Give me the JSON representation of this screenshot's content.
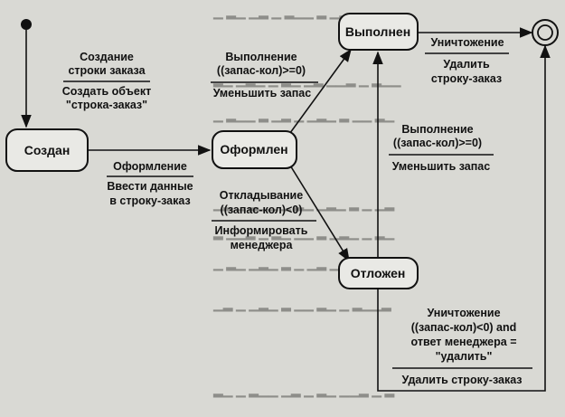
{
  "states": {
    "created": "Создан",
    "issued": "Оформлен",
    "done": "Выполнен",
    "deferred": "Отложен"
  },
  "transitions": {
    "t_create": {
      "event": [
        "Создание",
        "строки заказа"
      ],
      "action": [
        "Создать объект",
        "\"строка-заказ\""
      ]
    },
    "t_issue": {
      "event": [
        "Оформление"
      ],
      "action": [
        "Ввести данные",
        "в строку-заказ"
      ]
    },
    "t_exec1": {
      "event": [
        "Выполнение",
        "((запас-кол)>=0)"
      ],
      "action": [
        "Уменьшить запас"
      ]
    },
    "t_defer": {
      "event": [
        "Откладывание",
        "((запас-кол)<0)"
      ],
      "action": [
        "Информировать",
        "менеджера"
      ]
    },
    "t_exec2": {
      "event": [
        "Выполнение",
        "((запас-кол)>=0)"
      ],
      "action": [
        "Уменьшить запас"
      ]
    },
    "t_destroy1": {
      "event": [
        "Уничтожение"
      ],
      "action": [
        "Удалить",
        "строку-заказ"
      ]
    },
    "t_destroy2": {
      "event": [
        "Уничтожение",
        "((запас-кол)<0) and",
        "ответ менеджера =",
        "\"удалить\""
      ],
      "action": [
        "Удалить строку-заказ"
      ]
    }
  },
  "colors": {
    "ink": "#111111",
    "paper": "#d9d9d4",
    "bleed_text": "#8e8e8a"
  }
}
